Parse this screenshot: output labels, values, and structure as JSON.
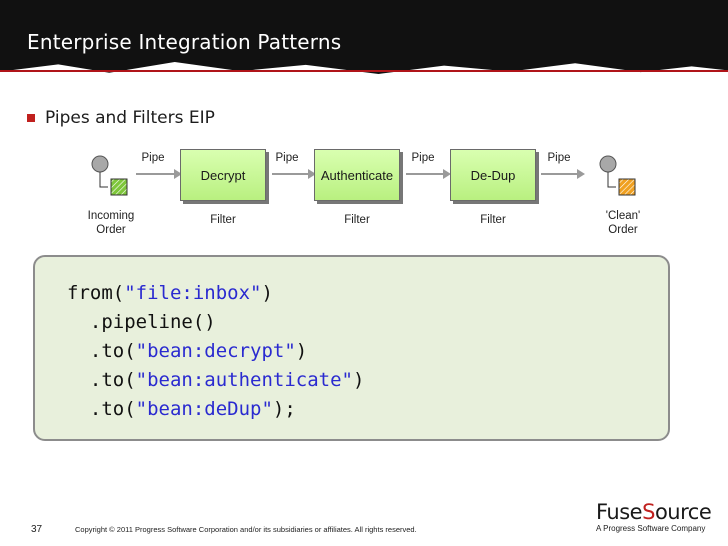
{
  "header": {
    "title": "Enterprise Integration Patterns"
  },
  "bullet": {
    "text": "Pipes and Filters EIP"
  },
  "diagram": {
    "pipes": [
      "Pipe",
      "Pipe",
      "Pipe",
      "Pipe"
    ],
    "filters": [
      {
        "name": "Decrypt",
        "caption": "Filter"
      },
      {
        "name": "Authenticate",
        "caption": "Filter"
      },
      {
        "name": "De-Dup",
        "caption": "Filter"
      }
    ],
    "endpoints": {
      "incoming": {
        "line1": "Incoming",
        "line2": "Order",
        "color": "#7ec63a"
      },
      "clean": {
        "line1": "'Clean'",
        "line2": "Order",
        "color": "#f0a020"
      }
    }
  },
  "code": {
    "lines": [
      {
        "pre": "from(",
        "str": "\"file:inbox\"",
        "post": ")"
      },
      {
        "pre": "  .pipeline()",
        "str": "",
        "post": ""
      },
      {
        "pre": "  .to(",
        "str": "\"bean:decrypt\"",
        "post": ")"
      },
      {
        "pre": "  .to(",
        "str": "\"bean:authenticate\"",
        "post": ")"
      },
      {
        "pre": "  .to(",
        "str": "\"bean:deDup\"",
        "post": ");"
      }
    ]
  },
  "footer": {
    "page_number": "37",
    "copyright": "Copyright © 2011 Progress Software Corporation and/or its subsidiaries or affiliates. All rights reserved.",
    "logo_fuse": "Fuse",
    "logo_s": "S",
    "logo_rest": "ource",
    "logo_sub": "A Progress Software Company"
  }
}
